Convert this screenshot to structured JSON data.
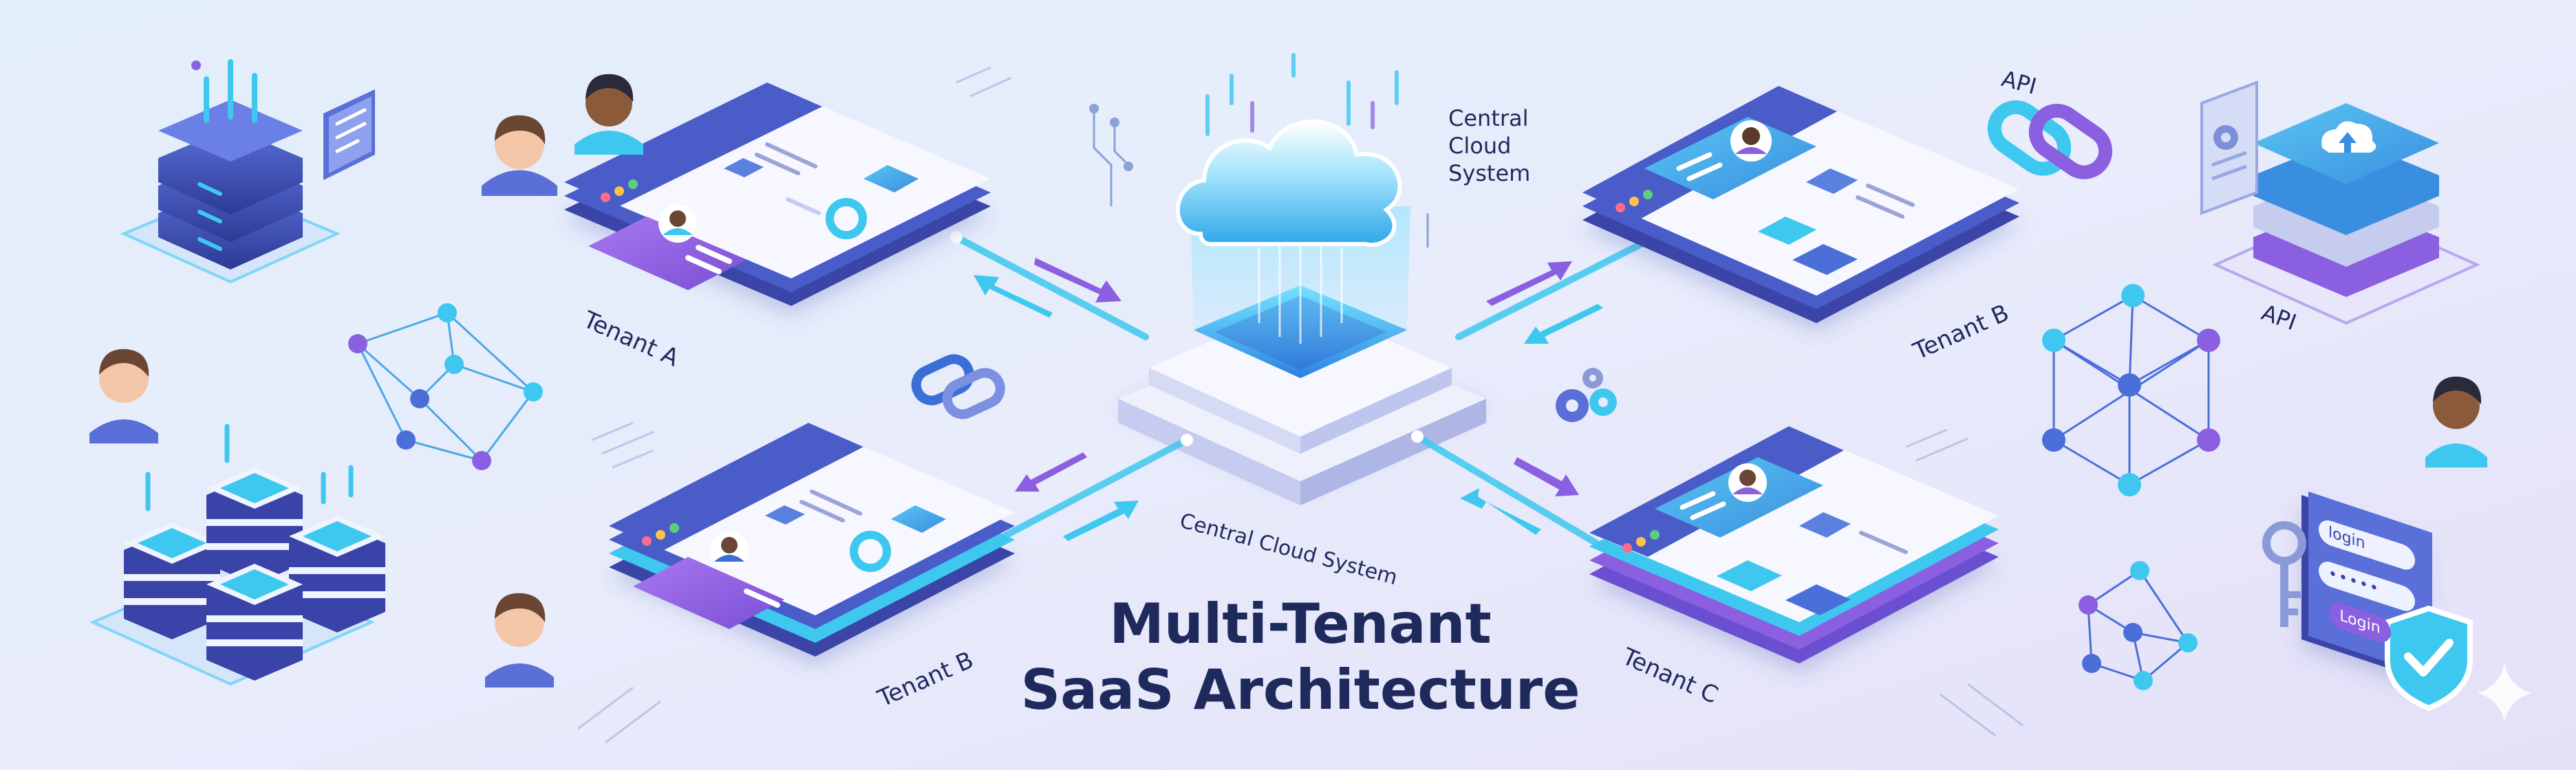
{
  "title": {
    "line1": "Multi-Tenant",
    "line2": "SaaS Architecture"
  },
  "central": {
    "label_top_line1": "Central",
    "label_top_line2": "Cloud",
    "label_top_line3": "System",
    "label_base": "Central Cloud System"
  },
  "tenants": {
    "top_left": "Tenant A",
    "top_right": "Tenant B",
    "bottom_left": "Tenant B",
    "bottom_right": "Tenant C"
  },
  "api": {
    "label_top": "API",
    "label_right": "API"
  },
  "login_panel": {
    "username_placeholder": "login",
    "password_mask": "•••••",
    "button_label": "Login"
  },
  "colors": {
    "background_left": "#dfeaf9",
    "background_right": "#e6e2fa",
    "navy": "#1f2a5c",
    "cyan": "#3ec8ef",
    "blue": "#4a6fd8",
    "purple": "#8a5fe0",
    "indigo": "#3a44a8"
  }
}
